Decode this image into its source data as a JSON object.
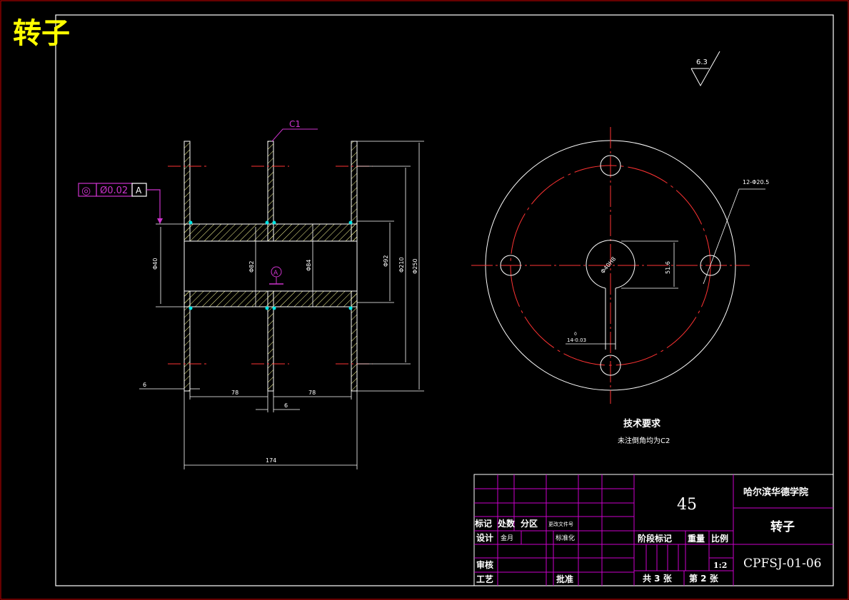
{
  "drawing": {
    "corner_title": "转子",
    "roughness_value": "6.3",
    "chamfer_label": "C1",
    "tolerance": {
      "symbol": "◎",
      "value": "Ø0.02",
      "datum": "A"
    },
    "datum_marker": "A",
    "dims": {
      "d40": "Φ40",
      "d82": "Φ82",
      "d84": "Φ84",
      "d92": "Φ92",
      "d210": "Φ210",
      "d250": "Φ250",
      "w6_left": "6",
      "w78_left": "78",
      "w78_right": "78",
      "w6_mid": "6",
      "total": "174",
      "holes": "12-Φ20.5",
      "bore": "Φ40H8",
      "key_depth": "51.6",
      "key_width_tol": "0",
      "key_width": "14-0.03"
    },
    "tech_req_title": "技术要求",
    "tech_req_text": "未注倒角均为C2"
  },
  "title_block": {
    "school": "哈尔滨华德学院",
    "material": "45",
    "part_name": "转子",
    "drawing_no": "CPFSJ-01-06",
    "header": {
      "mark": "标记",
      "count": "处数",
      "zone": "分区",
      "doc": "更改文件号"
    },
    "design_label": "设计",
    "designer": "金月",
    "standard_label": "标准化",
    "review_label": "审核",
    "process_label": "工艺",
    "approve_label": "批准",
    "stage_label": "阶段标记",
    "weight_label": "重量",
    "scale_label": "比例",
    "scale_value": "1:2",
    "sheets_total": "共 3 张",
    "sheet_no": "第 2 张"
  },
  "colors": {
    "outline": "#ffffff",
    "hatch": "#ffff99",
    "centerline": "#ff3333",
    "dim": "#ffffff",
    "tolerance": "#cc33cc",
    "weld": "#00e5e5",
    "table": "#cc00cc",
    "title_yellow": "#ffff00"
  }
}
